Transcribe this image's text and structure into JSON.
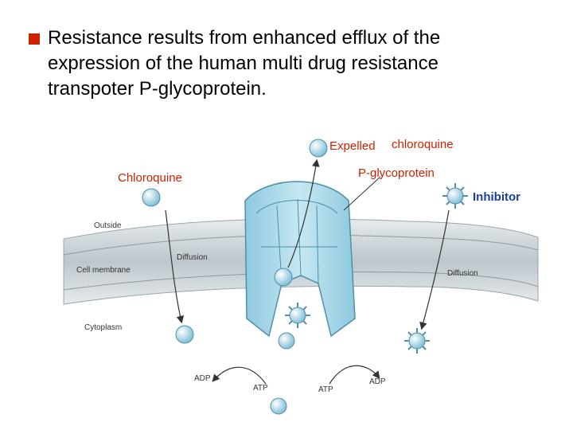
{
  "slide": {
    "bullet_text": "Resistance results from enhanced efflux of the\nexpression of the human multi drug resistance\ntranspoter P-glycoprotein."
  },
  "diagram": {
    "labels": {
      "expelled": "Expelled",
      "expelled_chloroquine": "chloroquine",
      "pgp": "P-glycoprotein",
      "chloroquine": "Chloroquine",
      "inhibitor": "Inhibitor",
      "outside": "Outside",
      "cell_membrane": "Cell membrane",
      "cytoplasm": "Cytoplasm",
      "diffusion_left": "Diffusion",
      "diffusion_right": "Diffusion",
      "adp_left": "ADP",
      "atp_left": "ATP",
      "atp_right": "ATP",
      "adp_right": "ADP"
    },
    "colors": {
      "red_label": "#cc2200",
      "blue_label": "#1c3fa0",
      "membrane": "#c9d2d8",
      "protein": "#a9d8e8",
      "molecule": "#8fcbe0"
    }
  }
}
